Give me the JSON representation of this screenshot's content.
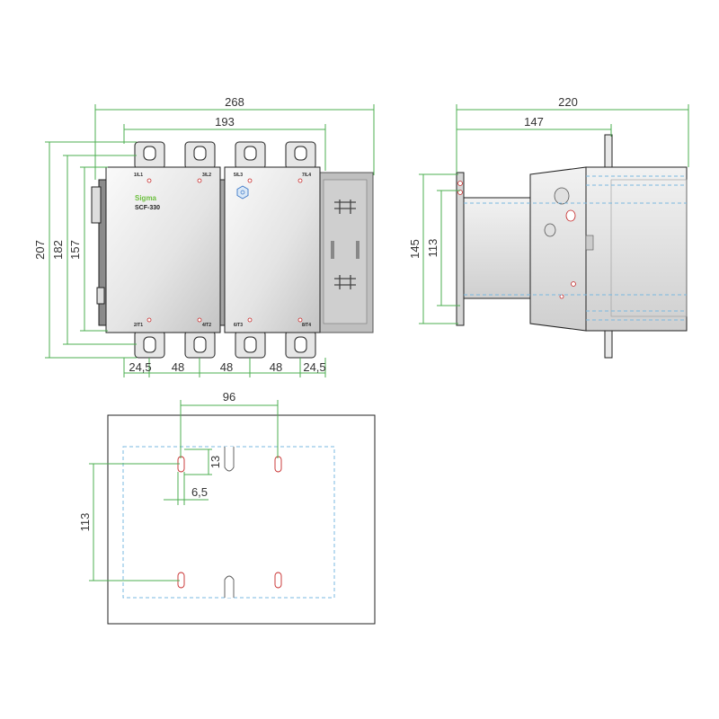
{
  "colors": {
    "dimension": "#4caf50",
    "outline": "#222222",
    "dashed": "#79b8e0",
    "body_light": "#f4f4f4",
    "body_dark": "#c9c9c9",
    "brand_green": "#6cbf3f",
    "hole_red": "#c62828"
  },
  "front_view": {
    "brand": "Sigma",
    "model": "SCF-330",
    "terminals_top": [
      "1/L1",
      "3/L2",
      "5/L3",
      "7/L4"
    ],
    "terminals_bottom": [
      "2/T1",
      "4/T2",
      "6/T3",
      "8/T4"
    ],
    "dims": {
      "overall_width": "268",
      "inner_width": "193",
      "height_207": "207",
      "height_182": "182",
      "height_157": "157",
      "pitch_left_edge": "24,5",
      "pitch_1": "48",
      "pitch_2": "48",
      "pitch_3": "48",
      "pitch_right_edge": "24,5"
    }
  },
  "side_view": {
    "dims": {
      "overall_depth": "220",
      "partial_depth": "147",
      "height_145": "145",
      "height_113": "113"
    }
  },
  "mounting_view": {
    "dims": {
      "hole_spacing": "96",
      "slot_length": "13",
      "slot_width": "6,5",
      "vertical_spacing": "113"
    }
  }
}
